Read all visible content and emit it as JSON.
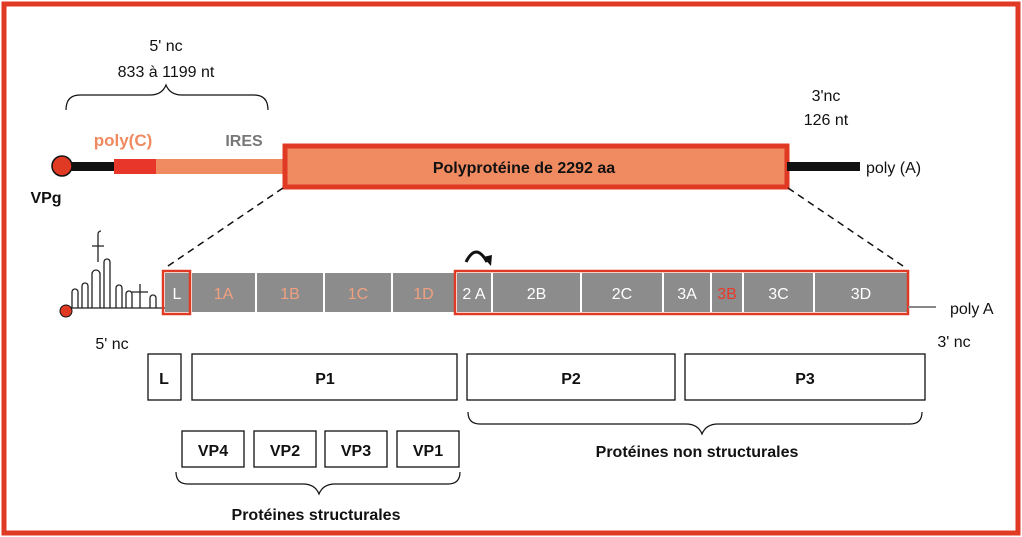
{
  "genome": {
    "five_nc_label": "5' nc",
    "five_nc_length": "833 à 1199 nt",
    "three_nc_label": "3'nc",
    "three_nc_length": "126 nt",
    "polyc_label": "poly(C)",
    "ires_label": "IRES",
    "vpg_label": "VPg",
    "polyprotein_label": "Polyprotéine de 2292 aa",
    "polya_label": "poly (A)"
  },
  "expanded": {
    "segments": [
      "L",
      "1A",
      "1B",
      "1C",
      "1D",
      "2 A",
      "2B",
      "2C",
      "3A",
      "3B",
      "3C",
      "3D"
    ],
    "polya_label": "poly A",
    "five_nc": "5' nc",
    "three_nc": "3' nc"
  },
  "products": {
    "L": "L",
    "P1": "P1",
    "P2": "P2",
    "P3": "P3",
    "vps": [
      "VP4",
      "VP2",
      "VP3",
      "VP1"
    ],
    "structural_label": "Protéines structurales",
    "nonstructural_label": "Protéines non structurales"
  },
  "colors": {
    "frame_red": "#e03a25",
    "salmon": "#f08a60",
    "polyc_red": "#e8372a",
    "segment_gray": "#8c8c8c",
    "segment_orange_text": "#f0a080",
    "segment_red_text": "#e83a2a",
    "ink": "#111111"
  }
}
